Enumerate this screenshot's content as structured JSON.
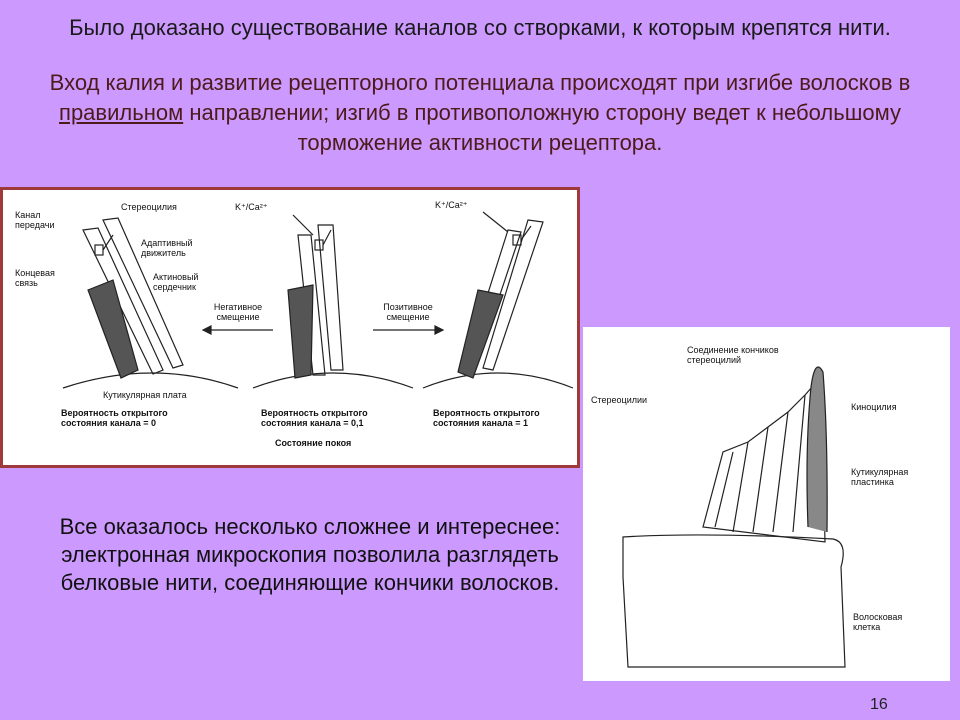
{
  "title": {
    "line1": "Было доказано существование каналов со створками, к которым крепятся нити.",
    "line2_before": "Вход калия и развитие рецепторного потенциала происходят при изгибе волосков в ",
    "line2_underlined": "правильном",
    "line2_after": " направлении; изгиб в противоположную сторону ведет к небольшому торможение активности рецептора."
  },
  "figure1": {
    "stereocilia": "Стереоцилия",
    "channel": "Канал\nпередачи",
    "adaptive": "Адаптивный\nдвижитель",
    "tip_link": "Концевая\nсвязь",
    "actin_core": "Актиновый\nсердечник",
    "ion1": "K⁺/Ca²⁺",
    "ion2": "K⁺/Ca²⁺",
    "negative": "Негативное\nсмещение",
    "positive": "Позитивное\nсмещение",
    "cuticular": "Кутикулярная плата",
    "prob1": "Вероятность открытого\nсостояния канала = 0",
    "prob2": "Вероятность открытого\nсостояния канала = 0,1",
    "prob3": "Вероятность открытого\nсостояния канала = 1",
    "rest": "Состояние покоя"
  },
  "figure2": {
    "tip_connection": "Соединение кончиков\nстереоцилий",
    "stereocilia": "Стереоцилии",
    "kinocilium": "Киноцилия",
    "cuticular_plate": "Кутикулярная\nпластинка",
    "hair_cell": "Волосковая\nклетка"
  },
  "body_text": "Все оказалось несколько сложнее и интереснее: электронная микроскопия позволила разглядеть белковые нити, соединяющие кончики волосков.",
  "page_number": "16",
  "colors": {
    "background": "#cc99ff",
    "figure_border": "#a03a3a"
  }
}
